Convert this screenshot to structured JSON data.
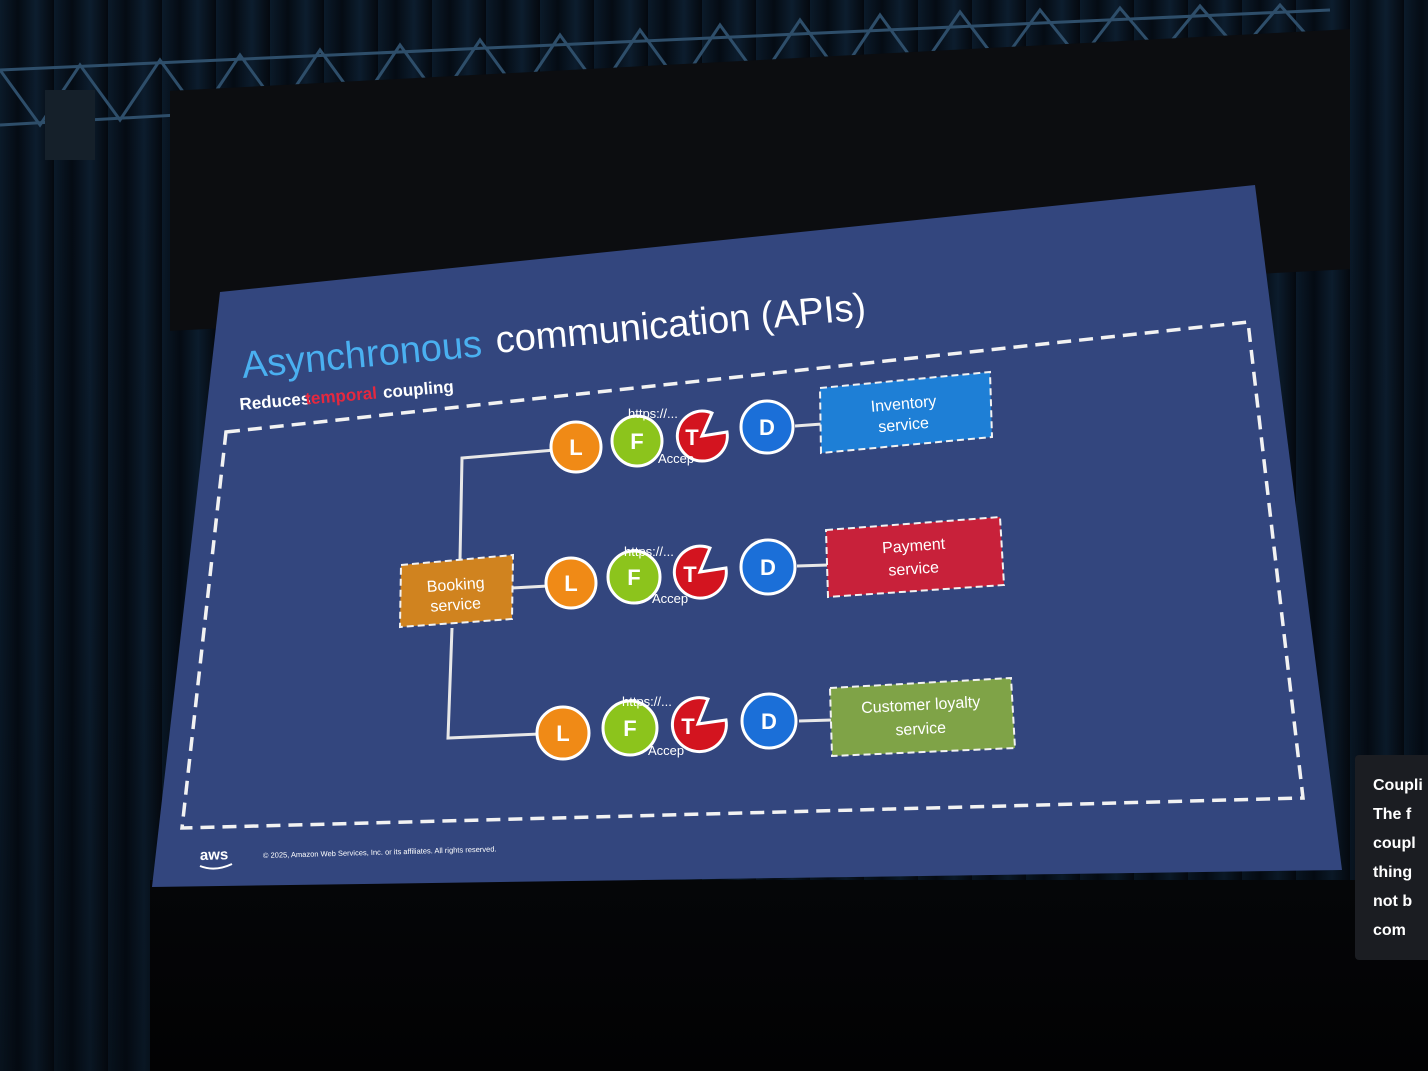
{
  "slide": {
    "title_accent": "Asynchronous",
    "title_rest": "communication (APIs)",
    "subtitle_pre": "Reduces",
    "subtitle_highlight": "temporal",
    "subtitle_post": "coupling",
    "footer_logo": "aws",
    "footer_copyright": "© 2025, Amazon Web Services, Inc. or its affiliates. All rights reserved."
  },
  "diagram": {
    "source": "Booking service",
    "circle_letters": [
      "L",
      "F",
      "T",
      "D"
    ],
    "overlay_url": "https://...",
    "overlay_accept": "Accep",
    "targets": [
      {
        "label_line1": "Inventory",
        "label_line2": "service",
        "color": "#1e7fd6"
      },
      {
        "label_line1": "Payment",
        "label_line2": "service",
        "color": "#c8213a"
      },
      {
        "label_line1": "Customer loyalty",
        "label_line2": "service",
        "color": "#7fa347"
      }
    ]
  },
  "colors": {
    "slide_bg": "#33467e",
    "accent_title": "#4ab0f0",
    "highlight": "#e5283f",
    "booking": "#d0831f",
    "circle_L": "#f08a16",
    "circle_F": "#8cc41c",
    "circle_T": "#d3141f",
    "circle_D": "#1b6fd8"
  },
  "caption": {
    "lines": [
      "Coupli",
      "The f",
      "coupl",
      "thing",
      "not b",
      "com"
    ]
  }
}
